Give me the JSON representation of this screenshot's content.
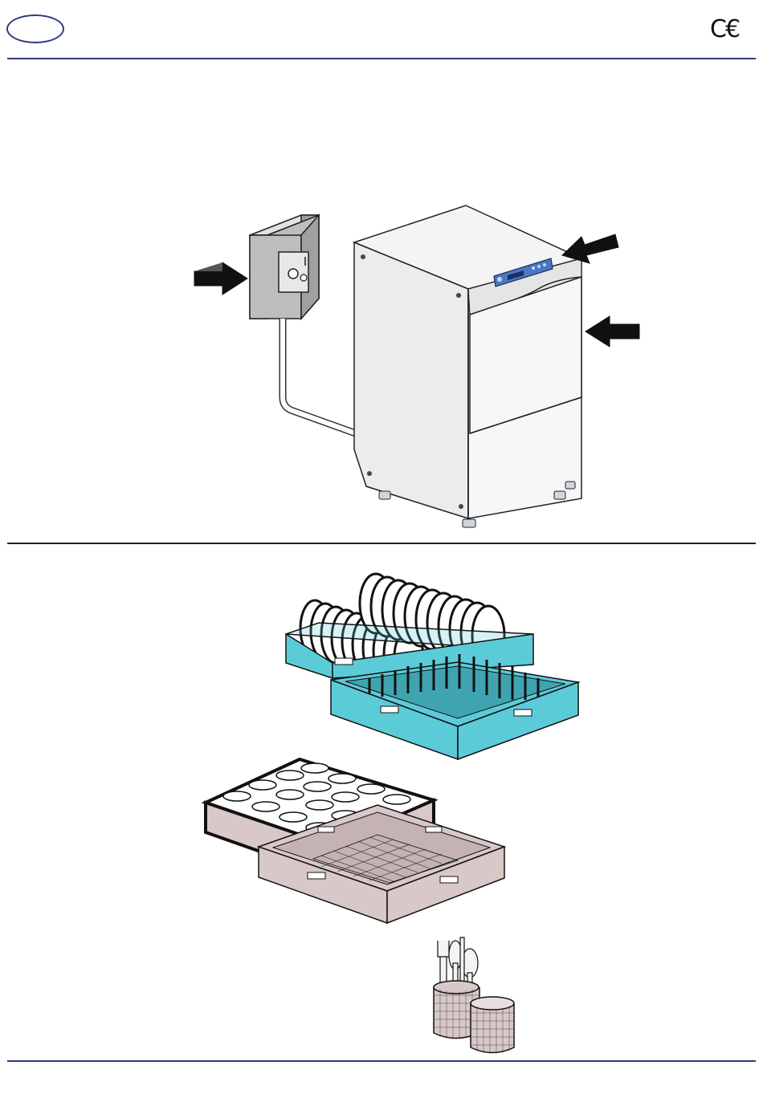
{
  "header": {
    "ce_mark": "C€"
  },
  "colors": {
    "rule_blue": "#2c3a7a",
    "rack_cyan": "#5ccbd8",
    "rack_mauve": "#d9c8c8",
    "control_panel_blue": "#4a78c0",
    "switch_box_grey": "#bdbdbd"
  },
  "figures": {
    "installation": [
      "wall-switch-box",
      "dishwasher-machine",
      "arrow-to-switch",
      "arrow-to-control-panel",
      "arrow-to-door"
    ],
    "racks": [
      "plate-rack-loaded",
      "plate-rack-empty",
      "cup-rack-loaded",
      "cup-rack-empty",
      "cutlery-basket-loaded",
      "cutlery-basket-empty"
    ]
  }
}
